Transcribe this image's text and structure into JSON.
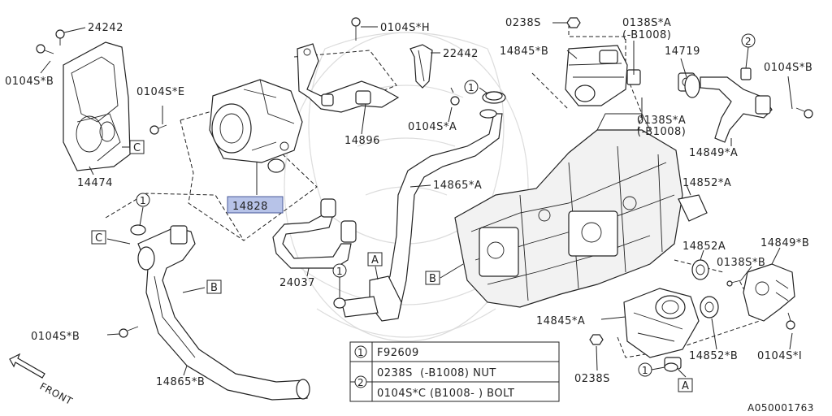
{
  "labels": {
    "p24242": "24242",
    "p0104sh": "0104S*H",
    "p0238s_top": "0238S",
    "p0138sa_top": "0138S*A",
    "p0138sa_top_note": "(-B1008)",
    "p22442": "22442",
    "p14845b": "14845*B",
    "p14719": "14719",
    "p0104sb_tl": "0104S*B",
    "p0104se": "0104S*E",
    "p0104sb_tr": "0104S*B",
    "p0104sa": "0104S*A",
    "p0138sa_mid": "0138S*A",
    "p0138sa_mid_note": "(-B1008)",
    "p14896": "14896",
    "p14474": "14474",
    "p14849a": "14849*A",
    "p14865a": "14865*A",
    "p14852a_r": "14852*A",
    "p14828": "14828",
    "p14852a": "14852A",
    "p14849b": "14849*B",
    "p24037": "24037",
    "p0138sb": "0138S*B",
    "p0104sb_bl": "0104S*B",
    "p14845a": "14845*A",
    "p14852b": "14852*B",
    "p0104si": "0104S*I",
    "p0238s_bot": "0238S",
    "p14865b": "14865*B",
    "front": "FRONT",
    "ref": "A050001763"
  },
  "callouts": {
    "c": "C",
    "b": "B",
    "a": "A",
    "n1": "1",
    "n2": "2"
  },
  "legend": {
    "rows": [
      {
        "key": "1",
        "text": "F92609"
      },
      {
        "key": "2",
        "text": "0238S  (-B1008) NUT"
      },
      {
        "key": "",
        "text": "0104S*C (B1008- ) BOLT"
      }
    ]
  }
}
